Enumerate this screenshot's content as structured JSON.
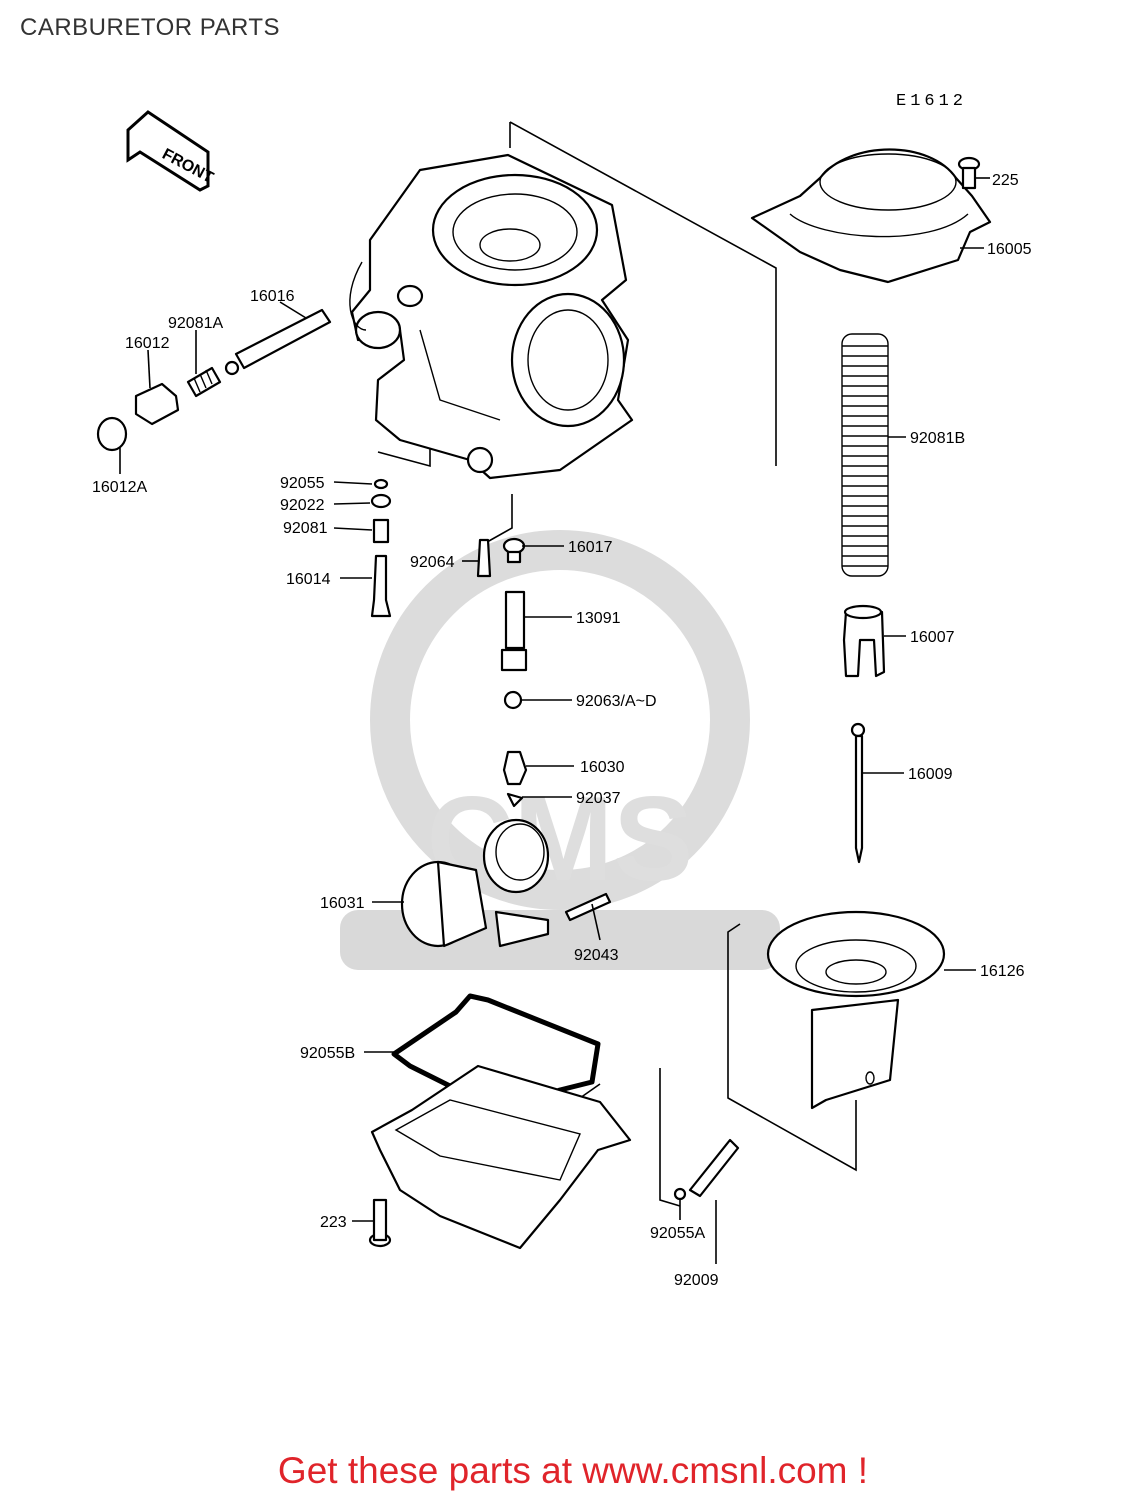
{
  "title": "CARBURETOR PARTS",
  "figure_code": "E1612",
  "front_arrow_text": "FRONT",
  "watermark": "CMS WWW.CMSNL.COM",
  "footer": "Get these parts at www.cmsnl.com !",
  "parts": {
    "p225": "225",
    "p16005": "16005",
    "p16016": "16016",
    "p92081A": "92081A",
    "p16012": "16012",
    "p16012A": "16012A",
    "p92081B": "92081B",
    "p92055": "92055",
    "p92022": "92022",
    "p92081": "92081",
    "p16014": "16014",
    "p92064": "92064",
    "p16017": "16017",
    "p13091": "13091",
    "p16007": "16007",
    "p92063": "92063/A~D",
    "p16030": "16030",
    "p92037": "92037",
    "p16009": "16009",
    "p16031": "16031",
    "p92043": "92043",
    "p16126": "16126",
    "p92055B": "92055B",
    "p223": "223",
    "p92055A": "92055A",
    "p92009": "92009"
  }
}
